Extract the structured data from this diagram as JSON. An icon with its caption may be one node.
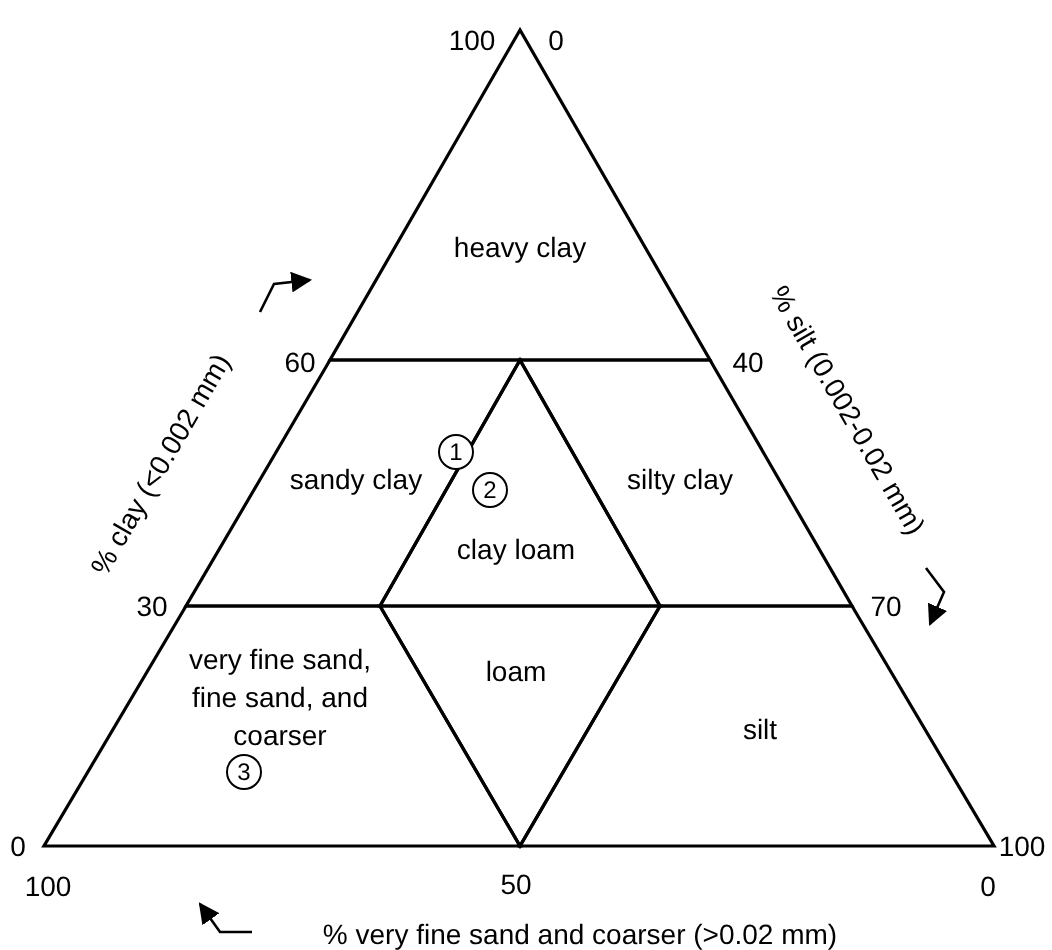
{
  "diagram": {
    "nodes": [
      {
        "text": [
          "heavy clay"
        ]
      },
      {
        "text": [
          "sandy clay"
        ]
      },
      {
        "text": [
          "clay loam"
        ]
      },
      {
        "text": [
          "silty clay"
        ]
      },
      {
        "text": [
          "very fine sand, fine sand, and coarser"
        ]
      },
      {
        "text": [
          "loam"
        ]
      },
      {
        "text": [
          "silt"
        ]
      }
    ],
    "labels": [
      "100",
      "0",
      "% clay (<0.002 mm)",
      "% silt (0.002-0.02 mm)",
      "60",
      "40",
      "1",
      "2",
      "30",
      "70",
      "3",
      "0",
      "100",
      "100",
      "50",
      "0",
      "% very fine sand and coarser (>0.02 mm)"
    ]
  }
}
